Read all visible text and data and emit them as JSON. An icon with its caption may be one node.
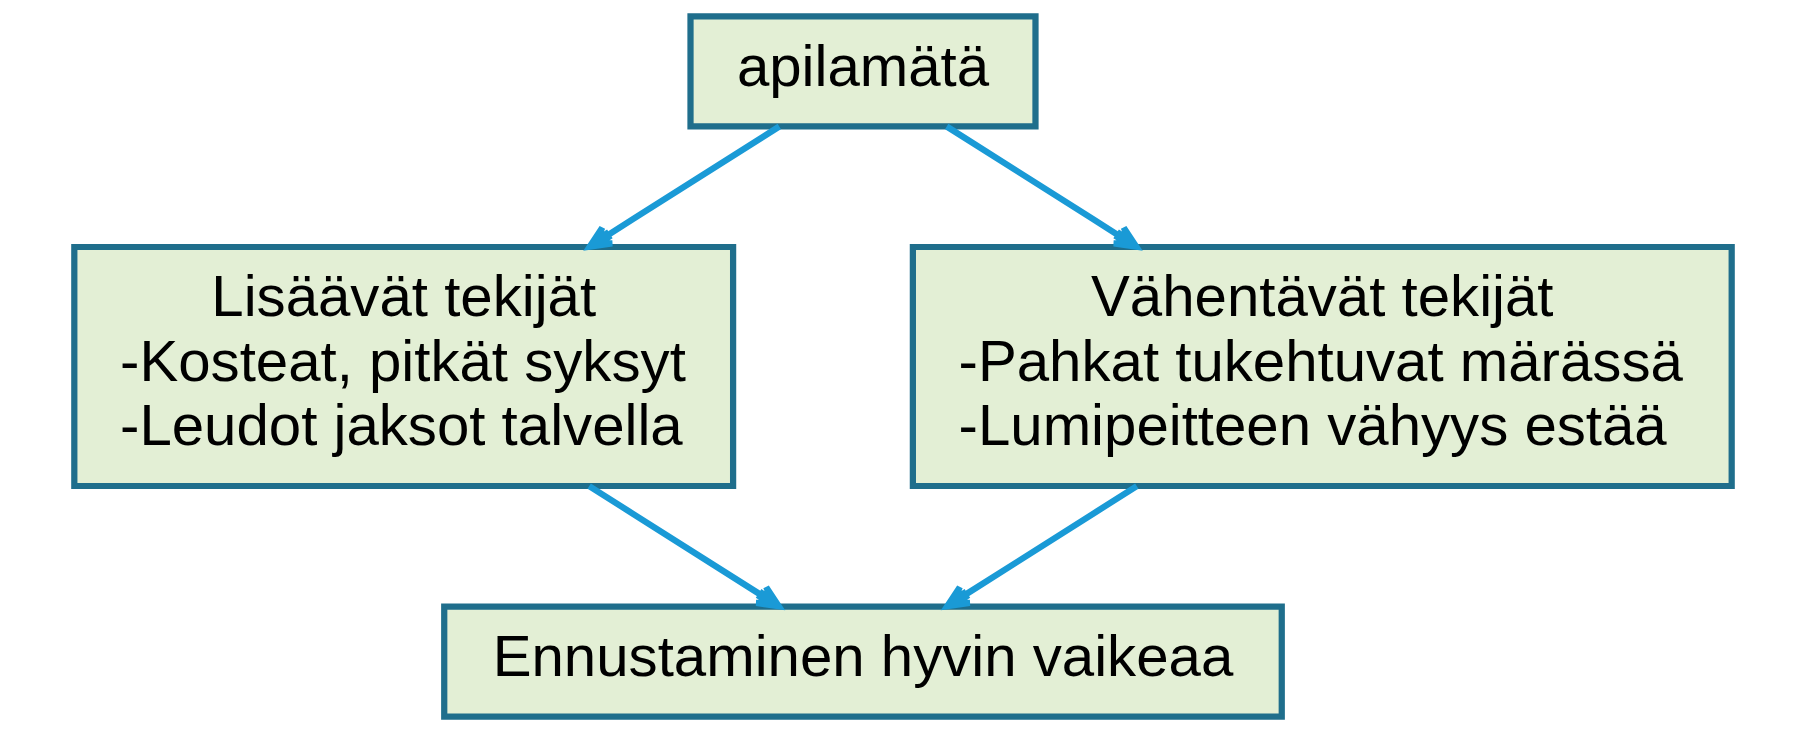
{
  "diagram": {
    "nodes": [
      {
        "text": [
          "apilamätä"
        ]
      },
      {
        "text": [
          "Lisäävät tekijät",
          "-Kosteat, pitkät syksyt",
          "-Leudot jaksot talvella"
        ]
      },
      {
        "text": [
          "Vähentävät tekijät",
          "-Pahkat tukehtuvat märässä",
          "-Lumipeitteen vähyys estää"
        ]
      },
      {
        "text": [
          "Ennustaminen hyvin vaikeaa"
        ]
      }
    ],
    "edges": [
      {
        "from": 0,
        "to": 1,
        "arrow": "to"
      },
      {
        "from": 0,
        "to": 2,
        "arrow": "to"
      },
      {
        "from": 1,
        "to": 3,
        "arrow": "to"
      },
      {
        "from": 2,
        "to": 3,
        "arrow": "to"
      }
    ]
  }
}
